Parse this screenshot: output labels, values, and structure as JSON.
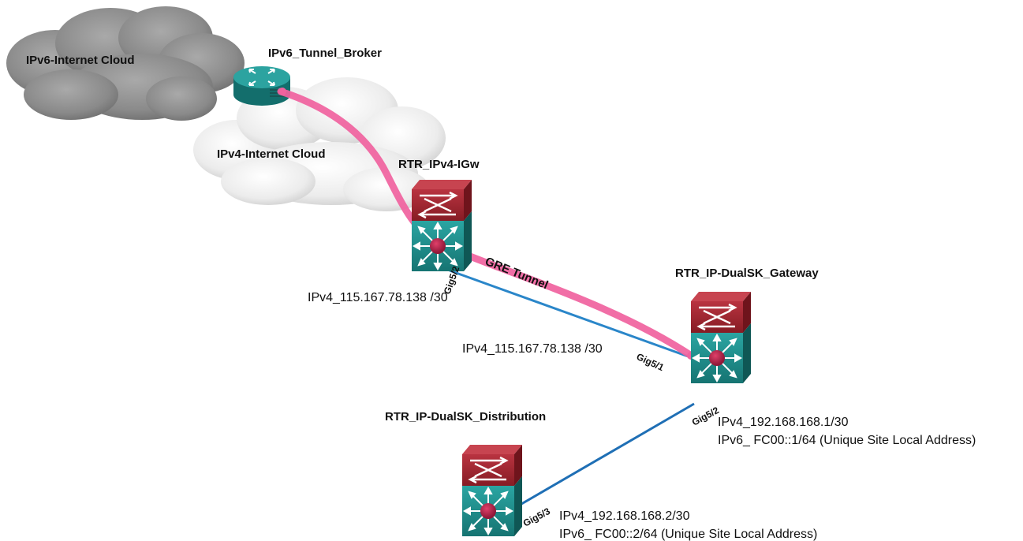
{
  "clouds": {
    "ipv6": "IPv6-Internet Cloud",
    "ipv4": "IPv4-Internet Cloud"
  },
  "devices": {
    "tunnel_broker": "IPv6_Tunnel_Broker",
    "igw": "RTR_IPv4-IGw",
    "gateway": "RTR_IP-DualSK_Gateway",
    "distribution": "RTR_IP-DualSK_Distribution"
  },
  "links": {
    "gre_tunnel": "GRE Tunnel"
  },
  "interfaces": {
    "igw_gig": "Gig5/2",
    "gw_gig1": "Gig5/1",
    "gw_gig2": "Gig5/2",
    "dist_gig": "Gig5/3"
  },
  "addresses": {
    "igw_ipv4": "IPv4_115.167.78.138 /30",
    "gw_wan_ipv4": "IPv4_115.167.78.138 /30",
    "gw_lan_ipv4": "IPv4_192.168.168.1/30",
    "gw_lan_ipv6": "IPv6_ FC00::1/64 (Unique Site Local Address)",
    "dist_ipv4": "IPv4_192.168.168.2/30",
    "dist_ipv6": "IPv6_ FC00::2/64 (Unique Site Local Address)"
  },
  "colors": {
    "gre_tunnel": "#f0629e",
    "link_blue": "#2a86c9",
    "router_teal": "#1e8c8a",
    "router_red": "#a82630",
    "cloud_gray": "#8e8e8e",
    "cloud_white": "#e8e8e8"
  }
}
